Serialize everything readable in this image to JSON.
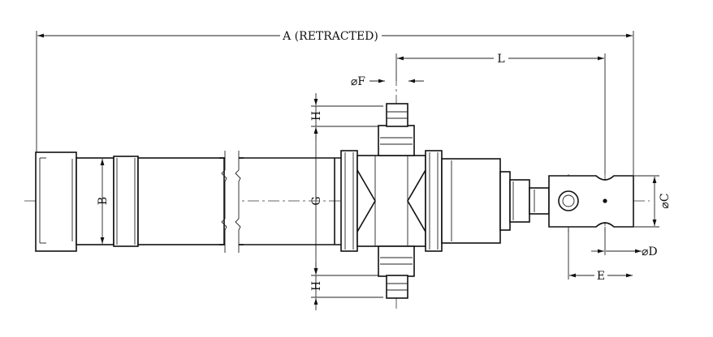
{
  "labels": {
    "a": "A (RETRACTED)",
    "l": "L",
    "f": "⌀F",
    "h_top": "H",
    "h_bottom": "H",
    "b": "B",
    "g": "G",
    "c": "⌀C",
    "d": "⌀D",
    "e": "E"
  }
}
